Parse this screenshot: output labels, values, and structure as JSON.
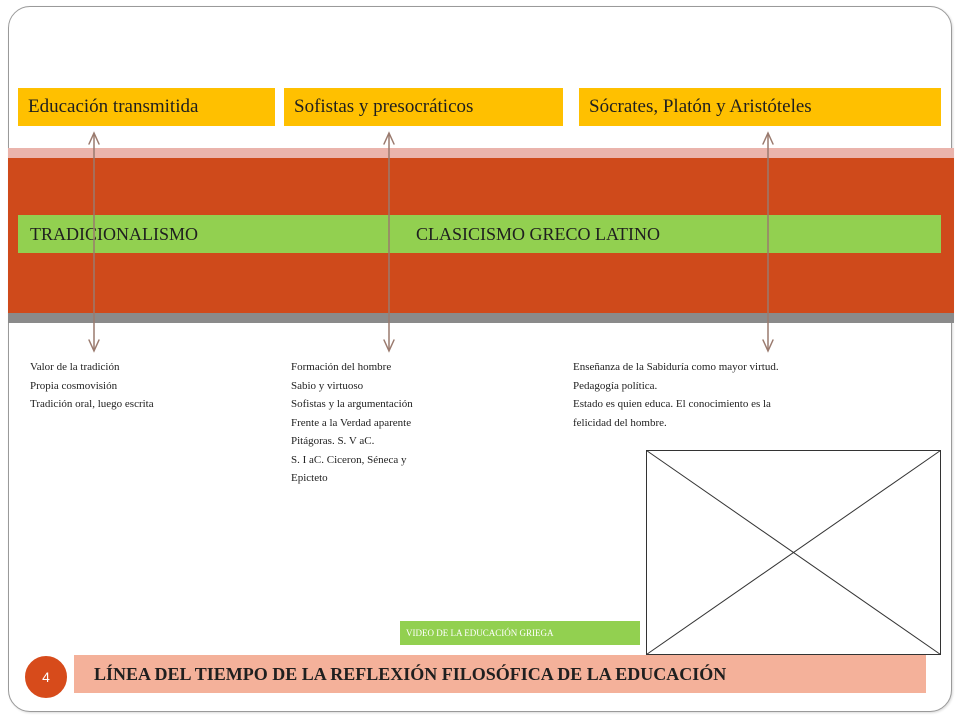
{
  "headers": [
    {
      "label": "Educación transmitida"
    },
    {
      "label": "Sofistas y presocráticos"
    },
    {
      "label": "Sócrates, Platón y Aristóteles"
    }
  ],
  "bands": {
    "left": "TRADICIONALISMO",
    "right": "CLASICISMO GRECO LATINO"
  },
  "notes": {
    "col1": [
      "Valor de la tradición",
      "Propia cosmovisión",
      "Tradición oral, luego escrita"
    ],
    "col2": [
      "Formación del hombre",
      "Sabio y virtuoso",
      "Sofistas y la argumentación",
      "Frente a la Verdad aparente",
      "Pitágoras. S. V aC.",
      "S. I aC. Ciceron, Séneca y",
      "Epicteto"
    ],
    "col3": [
      "Enseñanza de la Sabiduría como mayor virtud.",
      "Pedagogía política.",
      "Estado es quien educa. El conocimiento es la",
      "felicidad del hombre."
    ]
  },
  "video_link": "VIDEO DE LA EDUCACIÓN GRIEGA",
  "footer_title": "LÍNEA DEL TIEMPO DE LA REFLEXIÓN FILOSÓFICA DE LA EDUCACIÓN",
  "page_number": "4",
  "colors": {
    "header": "#ffc000",
    "band": "#cf4a1b",
    "green": "#92d050",
    "footer": "#f4b19a",
    "page_badge": "#d74b1b"
  }
}
